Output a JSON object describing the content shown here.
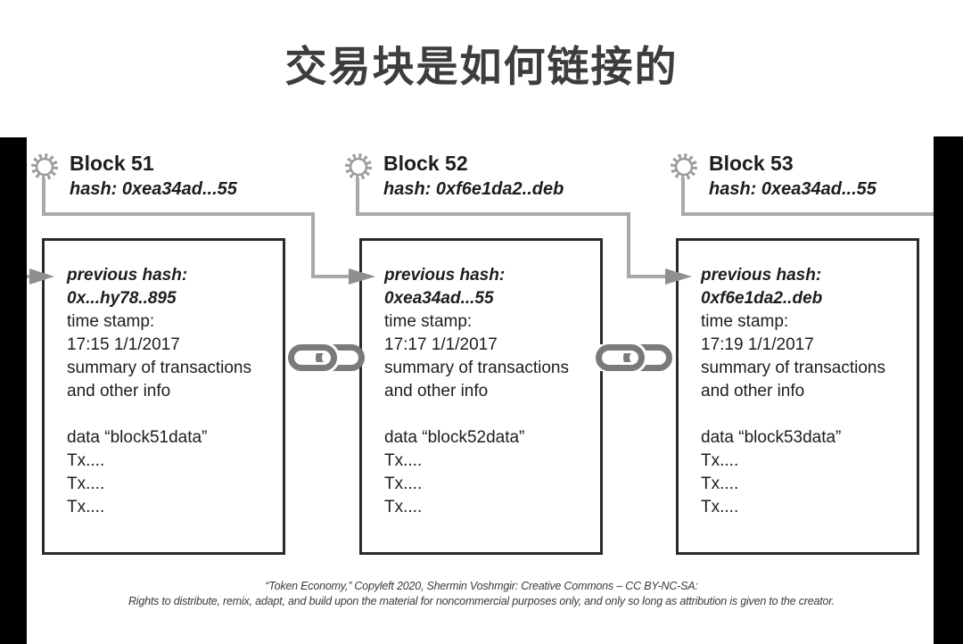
{
  "title": "交易块是如何链接的",
  "blocks": [
    {
      "name": "Block 51",
      "hash": "hash: 0xea34ad...55",
      "previous_hash_label": "previous hash:",
      "previous_hash": "0x...hy78..895",
      "timestamp_label": "time stamp:",
      "timestamp": "17:15 1/1/2017",
      "summary_line1": "summary of transactions",
      "summary_line2": "and other info",
      "data_line": "data “block51data”",
      "tx": [
        "Tx....",
        "Tx....",
        "Tx...."
      ]
    },
    {
      "name": "Block 52",
      "hash": "hash: 0xf6e1da2..deb",
      "previous_hash_label": "previous hash:",
      "previous_hash": "0xea34ad...55",
      "timestamp_label": "time stamp:",
      "timestamp": "17:17 1/1/2017",
      "summary_line1": "summary of transactions",
      "summary_line2": "and other info",
      "data_line": "data “block52data”",
      "tx": [
        "Tx....",
        "Tx....",
        "Tx...."
      ]
    },
    {
      "name": "Block 53",
      "hash": "hash: 0xea34ad...55",
      "previous_hash_label": "previous hash:",
      "previous_hash": "0xf6e1da2..deb",
      "timestamp_label": "time stamp:",
      "timestamp": "17:19 1/1/2017",
      "summary_line1": "summary of transactions",
      "summary_line2": "and other info",
      "data_line": "data “block53data”",
      "tx": [
        "Tx....",
        "Tx....",
        "Tx...."
      ]
    }
  ],
  "footer": {
    "line1": "“Token Economy,” Copyleft 2020, Shermin Voshmgir: Creative Commons – CC BY-NC-SA:",
    "line2": "Rights to distribute, remix, adapt, and build upon the material  for noncommercial purposes only, and only so long as attribution is given to the creator."
  },
  "icons": {
    "gear": "gear-icon",
    "chain": "chain-link-icon",
    "arrow": "arrow-right-icon"
  },
  "colors": {
    "connector_line": "#a9a9a9",
    "arrow": "#8f8f8f",
    "gear": "#9b9b9b",
    "chain_link": "#7a7a7a",
    "box_border": "#2b2b2b",
    "mask": "#000000",
    "body_text": "#1d1d1d",
    "title_text": "#3d3d3d"
  }
}
